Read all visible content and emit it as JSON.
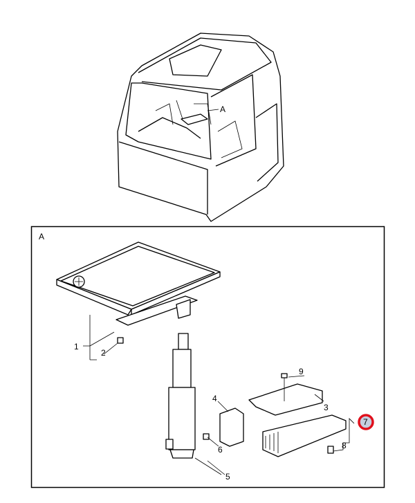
{
  "diagram": {
    "cab_callout": "A",
    "detail_label": "A",
    "callouts": [
      {
        "id": "1",
        "text": "1"
      },
      {
        "id": "2",
        "text": "2"
      },
      {
        "id": "3",
        "text": "3"
      },
      {
        "id": "4",
        "text": "4"
      },
      {
        "id": "5",
        "text": "5"
      },
      {
        "id": "6",
        "text": "6"
      },
      {
        "id": "7",
        "text": "7",
        "highlighted": true
      },
      {
        "id": "8",
        "text": "8"
      },
      {
        "id": "9",
        "text": "9"
      }
    ],
    "highlight_ring_color": "#e0101c",
    "highlight_fill_color": "#c5cfe0"
  }
}
